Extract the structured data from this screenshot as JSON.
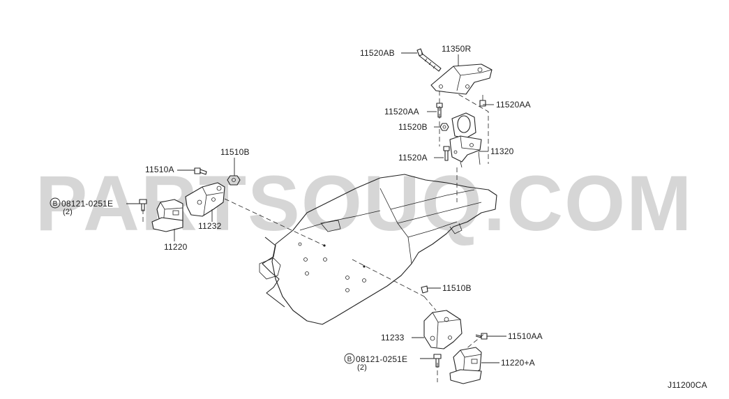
{
  "watermark": "PARTSOUQ.COM",
  "diagram_code": "J11200CA",
  "labels": {
    "p11350R": "11350R",
    "p11520AB": "11520AB",
    "p11520AA_top": "11520AA",
    "p11520AA_right": "11520AA",
    "p11520B": "11520B",
    "p11520A": "11520A",
    "p11320": "11320",
    "p11510B_top": "11510B",
    "p11510A": "11510A",
    "bolt_left": "08121-0251E",
    "bolt_left_qty": "(2)",
    "p11232": "11232",
    "p11220": "11220",
    "p11510B_bottom": "11510B",
    "p11233": "11233",
    "p11510AA": "11510AA",
    "bolt_bottom": "08121-0251E",
    "bolt_bottom_qty": "(2)",
    "p11220A": "11220+A"
  },
  "bolt_marker": "B"
}
